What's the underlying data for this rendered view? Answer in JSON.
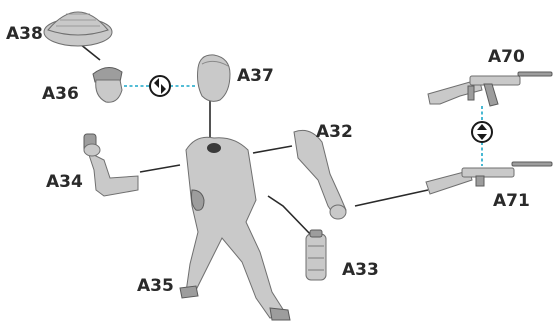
{
  "labels": {
    "a38": "A38",
    "a36": "A36",
    "a37": "A37",
    "a32": "A32",
    "a34": "A34",
    "a35": "A35",
    "a33": "A33",
    "a70": "A70",
    "a71": "A71"
  },
  "colors": {
    "leader_line": "#2a2a2a",
    "alternative_link": "#1aa7c8",
    "part_fill": "#c9c9c9",
    "part_shadow": "#9d9d9d"
  },
  "icons": {
    "alternative_option": "swap-arrows-icon"
  }
}
